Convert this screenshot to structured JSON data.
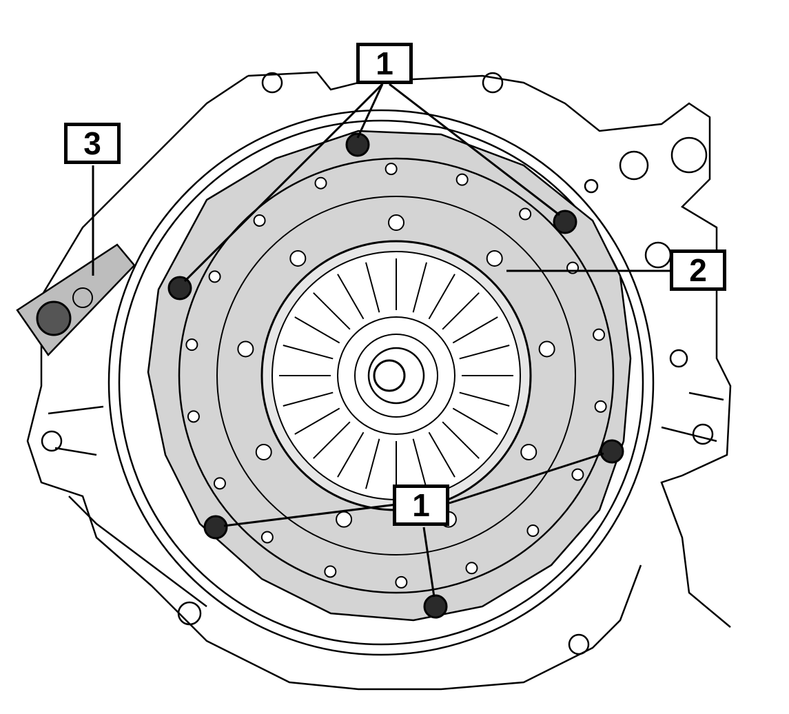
{
  "diagram": {
    "callouts": {
      "bolts_top": "1",
      "bolts_bottom": "1",
      "pressure_plate": "2",
      "locking_plate": "3"
    },
    "colors": {
      "plate_fill": "#d4d4d4",
      "bolt_fill": "#2a2a2a",
      "line": "#000000"
    }
  }
}
